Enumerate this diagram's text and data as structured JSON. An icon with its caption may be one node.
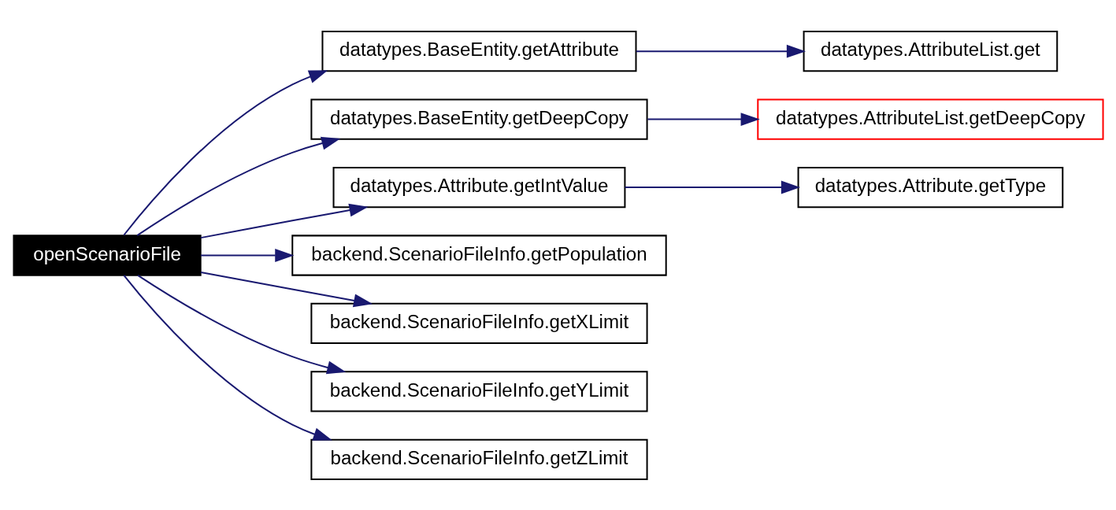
{
  "diagram": {
    "nodes": [
      {
        "text": [
          "openScenarioFile"
        ]
      },
      {
        "text": [
          "datatypes.BaseEntity.getAttribute"
        ]
      },
      {
        "text": [
          "datatypes.AttributeList.get"
        ]
      },
      {
        "text": [
          "datatypes.BaseEntity.getDeepCopy"
        ]
      },
      {
        "text": [
          "datatypes.AttributeList.getDeepCopy"
        ]
      },
      {
        "text": [
          "datatypes.Attribute.getIntValue"
        ]
      },
      {
        "text": [
          "datatypes.Attribute.getType"
        ]
      },
      {
        "text": [
          "backend.ScenarioFileInfo.getPopulation"
        ]
      },
      {
        "text": [
          "backend.ScenarioFileInfo.getXLimit"
        ]
      },
      {
        "text": [
          "backend.ScenarioFileInfo.getYLimit"
        ]
      },
      {
        "text": [
          "backend.ScenarioFileInfo.getZLimit"
        ]
      }
    ],
    "edges": [
      {
        "from": 0,
        "to": 1,
        "arrow": "to"
      },
      {
        "from": 1,
        "to": 2,
        "arrow": "to"
      },
      {
        "from": 0,
        "to": 3,
        "arrow": "to"
      },
      {
        "from": 3,
        "to": 4,
        "arrow": "to"
      },
      {
        "from": 0,
        "to": 5,
        "arrow": "to"
      },
      {
        "from": 5,
        "to": 6,
        "arrow": "to"
      },
      {
        "from": 0,
        "to": 7,
        "arrow": "to"
      },
      {
        "from": 0,
        "to": 8,
        "arrow": "to"
      },
      {
        "from": 0,
        "to": 9,
        "arrow": "to"
      },
      {
        "from": 0,
        "to": 10,
        "arrow": "to"
      }
    ]
  }
}
